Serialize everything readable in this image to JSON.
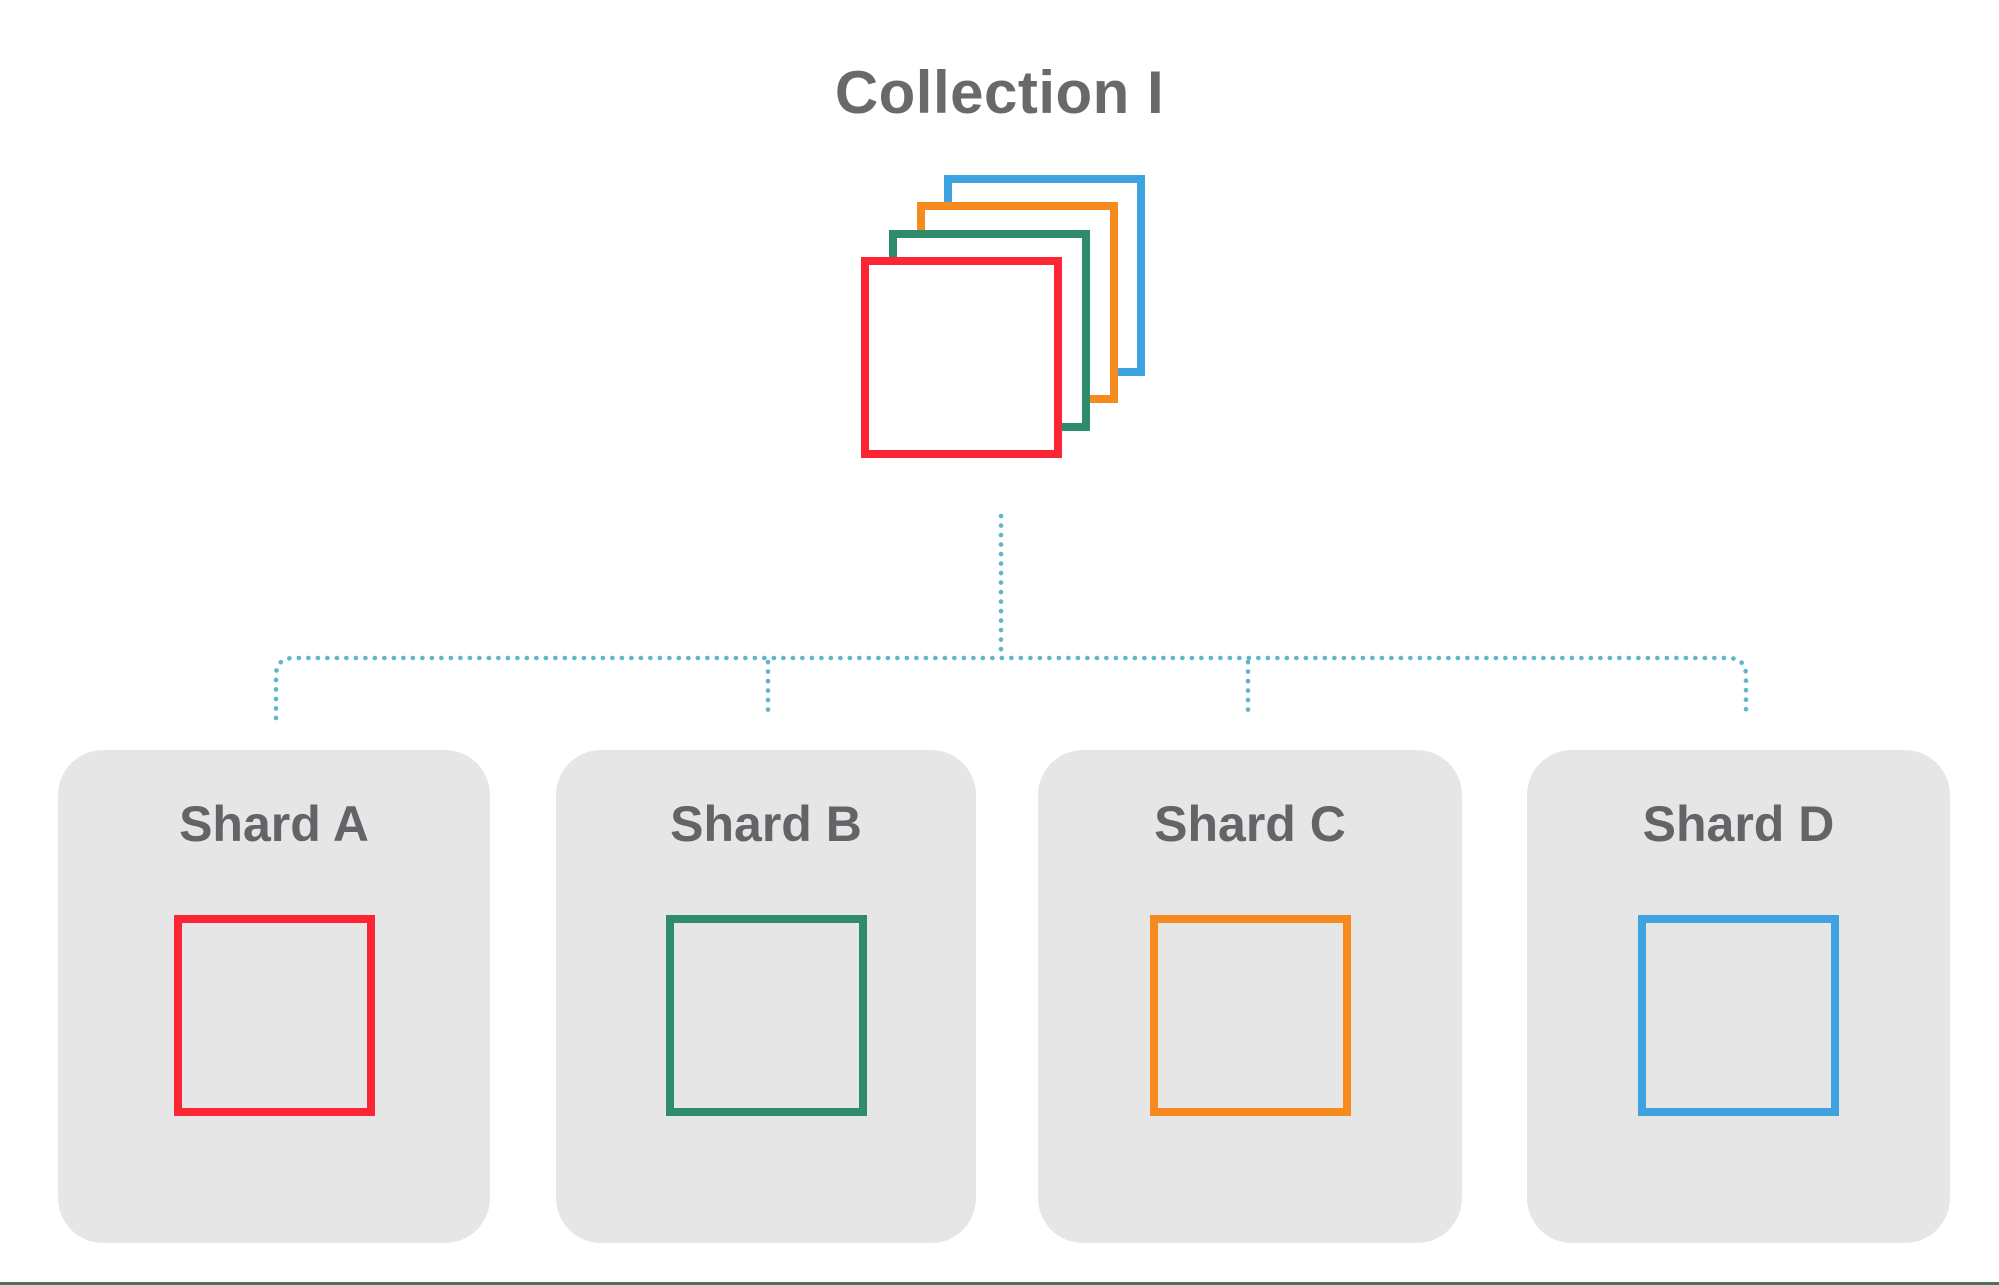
{
  "page": {
    "background": "#ffffff",
    "bottom_bar_color": "#4d7456"
  },
  "title": {
    "text": "Collection I",
    "color": "#69696b"
  },
  "collection": {
    "layers": [
      {
        "name": "document-blue",
        "color": "#3FA3E0"
      },
      {
        "name": "document-orange",
        "color": "#F78A1E"
      },
      {
        "name": "document-teal",
        "color": "#2E8B6E"
      },
      {
        "name": "document-red",
        "color": "#FB2533"
      }
    ]
  },
  "connector": {
    "color": "#5FB5CB",
    "style": "dotted"
  },
  "card": {
    "background": "#E6E6E6",
    "label_color": "#636467"
  },
  "shards": [
    {
      "label": "Shard A",
      "color": "#FB2533"
    },
    {
      "label": "Shard B",
      "color": "#2E8B6E"
    },
    {
      "label": "Shard C",
      "color": "#F78A1E"
    },
    {
      "label": "Shard D",
      "color": "#3FA3E0"
    }
  ]
}
